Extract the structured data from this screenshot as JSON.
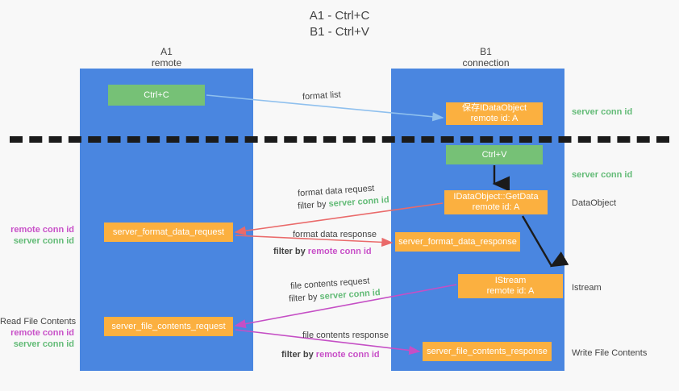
{
  "title": {
    "line1": "A1 - Ctrl+C",
    "line2": "B1 - Ctrl+V"
  },
  "columns": [
    {
      "name": "A1",
      "sub": "remote"
    },
    {
      "name": "B1",
      "sub": "connection"
    }
  ],
  "nodes": {
    "ctrl_c": {
      "label": "Ctrl+C",
      "color": "#76c176"
    },
    "save_dataobject": {
      "line1": "保存IDataObject",
      "line2": "remote id: A",
      "color": "#fbb040"
    },
    "ctrl_v": {
      "label": "Ctrl+V",
      "color": "#76c176"
    },
    "getdata": {
      "line1": "IDataObject::GetData",
      "line2": "remote id: A",
      "color": "#fbb040"
    },
    "format_data_request": {
      "label": "server_format_data_request",
      "color": "#fbb040"
    },
    "format_data_response": {
      "label": "server_format_data_response",
      "color": "#fbb040"
    },
    "istream": {
      "line1": "IStream",
      "line2": "remote id: A",
      "color": "#fbb040"
    },
    "file_contents_request": {
      "label": "server_file_contents_request",
      "color": "#fbb040"
    },
    "file_contents_response": {
      "label": "server_file_contents_response",
      "color": "#fbb040"
    }
  },
  "edge_labels": {
    "format_list": "format list",
    "format_data_request": "format data request",
    "format_data_request_filter_prefix": "filter by ",
    "format_data_request_filter_key": "server conn id",
    "format_data_response": "format data response",
    "format_data_response_filter_prefix": "filter by ",
    "format_data_response_filter_key": "remote conn id",
    "file_contents_request": "file contents request",
    "file_contents_request_filter_prefix": "filter by ",
    "file_contents_request_filter_key": "server conn id",
    "file_contents_response": "file contents response",
    "file_contents_response_filter_prefix": "filter by ",
    "file_contents_response_filter_key": "remote conn id"
  },
  "right_notes": {
    "server_conn_id_top": "server conn id",
    "server_conn_id_mid": "server conn id",
    "dataobject": "DataObject",
    "istream": "Istream",
    "write_file_contents": "Write File Contents"
  },
  "left_notes": {
    "format_remote": "remote conn id",
    "format_server": "server conn id",
    "read_file_contents": "Read File Contents",
    "read_remote": "remote conn id",
    "read_server": "server conn id"
  },
  "colors": {
    "lane_blue": "#4a86e0",
    "node_green": "#76c176",
    "node_orange": "#fbb040",
    "accent_green_text": "#63bb77",
    "accent_purple_text": "#c850c8",
    "arrow_blue": "#8fc0ee",
    "arrow_red": "#ea6a6a",
    "arrow_purple": "#c54fc5",
    "arrow_black": "#1b1b1b",
    "background": "#f8f8f8"
  }
}
